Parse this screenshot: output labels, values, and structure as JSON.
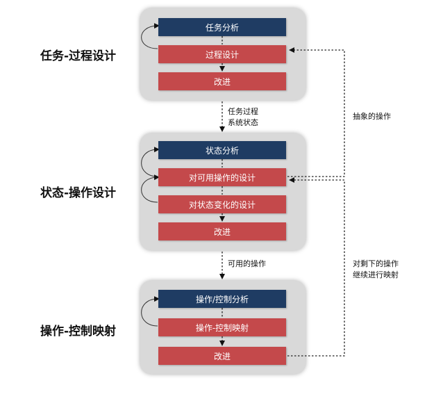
{
  "stages": [
    {
      "label": "任务-过程设计",
      "boxes": [
        {
          "text": "任务分析",
          "color": "blue"
        },
        {
          "text": "过程设计",
          "color": "red"
        },
        {
          "text": "改进",
          "color": "red"
        }
      ]
    },
    {
      "label": "状态-操作设计",
      "boxes": [
        {
          "text": "状态分析",
          "color": "blue"
        },
        {
          "text": "对可用操作的设计",
          "color": "red"
        },
        {
          "text": "对状态变化的设计",
          "color": "red"
        },
        {
          "text": "改进",
          "color": "red"
        }
      ]
    },
    {
      "label": "操作-控制映射",
      "boxes": [
        {
          "text": "操作/控制分析",
          "color": "blue"
        },
        {
          "text": "操作-控制映射",
          "color": "red"
        },
        {
          "text": "改进",
          "color": "red"
        }
      ]
    }
  ],
  "transitions": {
    "stage1_to_stage2": [
      "任务过程",
      "系统状态"
    ],
    "stage2_to_stage3": "可用的操作"
  },
  "feedback": {
    "abstract_operations": "抽象的操作",
    "remaining_operations": [
      "对剩下的操作",
      "继续进行映射"
    ]
  },
  "colors": {
    "blue": "#1f3c63",
    "red": "#c4494b",
    "panel": "#d9d9d9"
  }
}
